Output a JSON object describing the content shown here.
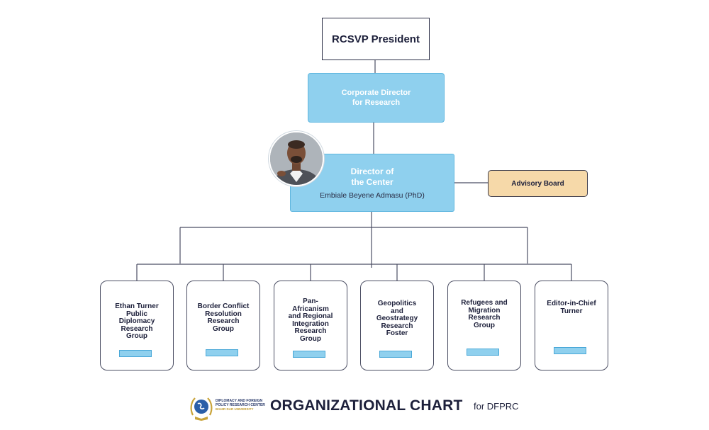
{
  "president": {
    "title": "RCSVP President"
  },
  "corporate_director": {
    "line1": "Corporate Director",
    "line2": "for Research"
  },
  "director": {
    "line1": "Director of",
    "line2": "the Center",
    "name": "Embiale Beyene Admasu (PhD)"
  },
  "advisory_board": {
    "label": "Advisory Board"
  },
  "groups": [
    {
      "lines": [
        "Ethan Turner",
        "Public",
        "Diplomacy",
        "Research",
        "Group"
      ]
    },
    {
      "lines": [
        "Border Conflict",
        "Resolution",
        "Research",
        "Group"
      ]
    },
    {
      "lines": [
        "Pan-",
        "Africanism",
        "and Regional",
        "Integration",
        "Research",
        "Group"
      ]
    },
    {
      "lines": [
        "Geopolitics",
        "and",
        "Geostrategy",
        "Research",
        "Foster"
      ]
    },
    {
      "lines": [
        "Refugees and",
        "Migration",
        "Research",
        "Group"
      ]
    },
    {
      "lines": [
        "Editor-in-Chief",
        "Turner"
      ]
    }
  ],
  "footer": {
    "org_name_line1": "DIPLOMACY AND FOREIGN",
    "org_name_line2": "POLICY RESEARCH CENTER",
    "university": "BAHIR DAR UNIVERSITY",
    "title": "ORGANIZATIONAL CHART",
    "subtitle": "for DFPRC"
  },
  "colors": {
    "box_blue": "#8fd0ee",
    "advisory_tan": "#f6d9a9",
    "line": "#4b4e63",
    "title_navy": "#1c1f3a"
  }
}
